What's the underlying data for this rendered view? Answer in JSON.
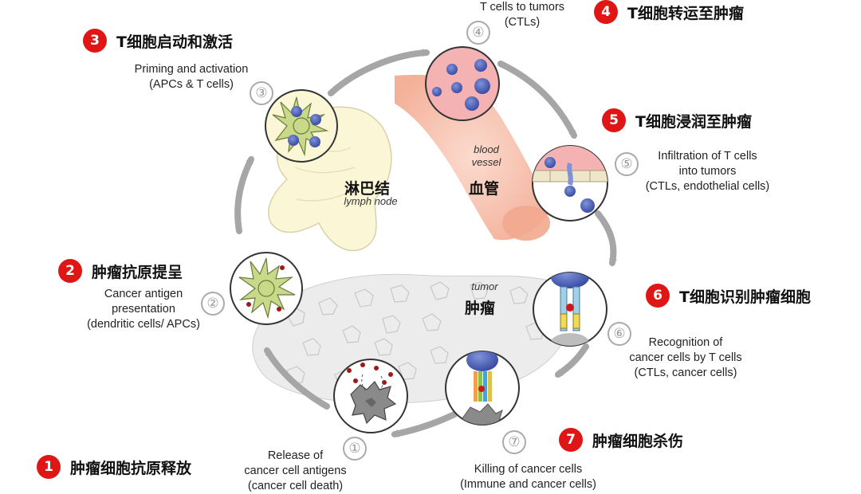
{
  "steps": [
    {
      "num": "1",
      "circle": "①",
      "title_cn": "肿瘤细胞抗原释放",
      "lines": [
        "Release of",
        "cancer cell antigens",
        "(cancer cell death)"
      ]
    },
    {
      "num": "2",
      "circle": "②",
      "title_cn": "肿瘤抗原提呈",
      "lines": [
        "Cancer antigen",
        "presentation",
        "(dendritic cells/ APCs)"
      ]
    },
    {
      "num": "3",
      "circle": "③",
      "title_cn": "T细胞启动和激活",
      "lines": [
        "Priming and activation",
        "(APCs & T cells)"
      ]
    },
    {
      "num": "4",
      "circle": "④",
      "title_cn": "T细胞转运至肿瘤",
      "lines": [
        "T cells to tumors",
        "(CTLs)"
      ]
    },
    {
      "num": "5",
      "circle": "⑤",
      "title_cn": "T细胞浸润至肿瘤",
      "lines": [
        "Infiltration of T cells",
        "into tumors",
        "(CTLs, endothelial cells)"
      ]
    },
    {
      "num": "6",
      "circle": "⑥",
      "title_cn": "T细胞识别肿瘤细胞",
      "lines": [
        "Recognition of",
        "cancer cells by T cells",
        "(CTLs, cancer cells)"
      ]
    },
    {
      "num": "7",
      "circle": "⑦",
      "title_cn": "肿瘤细胞杀伤",
      "lines": [
        "Killing of cancer cells",
        "(Immune and cancer cells)"
      ]
    }
  ],
  "organs": {
    "lymph_cn": "淋巴结",
    "lymph_en": "lymph node",
    "vessel_en_1": "blood",
    "vessel_en_2": "vessel",
    "vessel_cn": "血管",
    "tumor_en": "tumor",
    "tumor_cn": "肿瘤"
  },
  "colors": {
    "badge": "#e01616",
    "arrow": "#a6a6a6",
    "tcell": "#4a5fb0",
    "apc": "#c9d98a",
    "vessel": "#f7b9a4",
    "lymph": "#fbf6d6"
  }
}
